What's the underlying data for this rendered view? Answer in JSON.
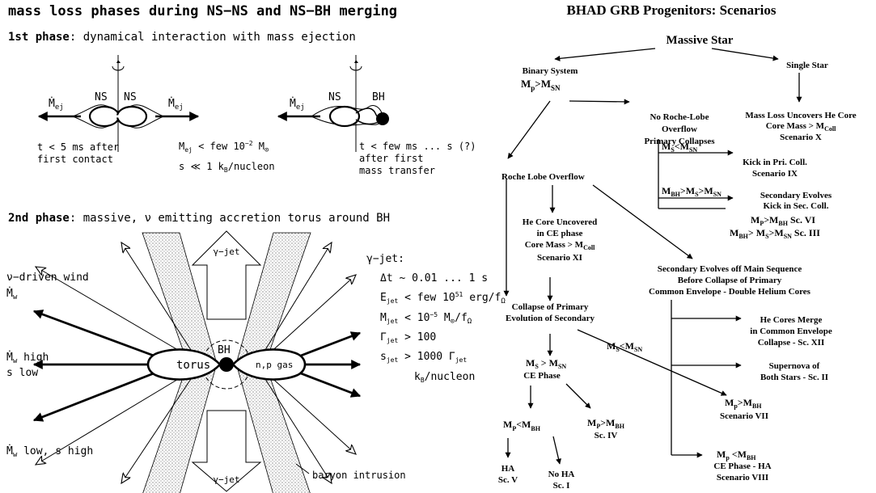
{
  "left": {
    "title": "mass loss phases during NS−NS and NS−BH merging",
    "phase1": {
      "heading_bold": "1st phase",
      "heading_rest": ":  dynamical interaction with mass ejection",
      "ns_label": "NS",
      "bh_label": "BH",
      "mej_sym": "Ṁ",
      "mej_sub": "ej",
      "t1_line1": "t < 5 ms after",
      "t1_line2": "first contact",
      "mej_bound_a": "M",
      "mej_bound_b": "ej",
      "mej_bound_c": " < few  10",
      "mej_bound_exp": "−2",
      "mej_bound_d": " M",
      "mej_bound_sun": "⊙",
      "entropy_a": "s ≪ 1 k",
      "entropy_sub": "B",
      "entropy_b": "/nucleon",
      "t2_line1": "t < few ms ... s (?)",
      "t2_line2": "after first",
      "t2_line3": "mass transfer"
    },
    "phase2": {
      "heading_bold": "2nd phase",
      "heading_rest": ":  massive, ν emitting accretion torus around BH",
      "gamma_jet": "γ−jet",
      "nu_wind_line1": "ν−driven wind",
      "mw_sym": "Ṁ",
      "mw_sub": "w",
      "mw_high": " high",
      "s_low": "s low",
      "mw_low": " low,  s high",
      "torus": "torus",
      "bh": "BH",
      "np_gas": "n,p gas",
      "baryon": "baryon intrusion",
      "jet_title": "γ−jet:",
      "dt": "Δt  ~ 0.01 ... 1 s",
      "ejet_a": "E",
      "ejet_sub": "jet",
      "ejet_b": " < few 10",
      "ejet_exp": "51",
      "ejet_c": " erg/f",
      "ejet_omega": "Ω",
      "mjet_a": "M",
      "mjet_sub": "jet",
      "mjet_b": " < 10",
      "mjet_exp": "−5",
      "mjet_c": " M",
      "mjet_sun": "⊙",
      "mjet_d": "/f",
      "mjet_omega": "Ω",
      "gam_a": "Γ",
      "gam_sub": "jet",
      "gam_b": " > 100",
      "sjet_a": "s",
      "sjet_sub": "jet",
      "sjet_b": " > 1000 Γ",
      "sjet_sub2": "jet",
      "kb_a": "k",
      "kb_sub": "B",
      "kb_b": "/nucleon"
    }
  },
  "right": {
    "title": "BHAD GRB Progenitors:  Scenarios",
    "massive_star": "Massive Star",
    "binary_system": "Binary System",
    "single_star": "Single Star",
    "mp_gt_msn": [
      "M",
      "p",
      ">M",
      "SN"
    ],
    "no_roche": [
      "No Roche-Lobe",
      "Overflow",
      "Primary Collapses"
    ],
    "mass_loss": [
      "Mass Loss Uncovers He Core",
      "Core Mass > M",
      "Coll",
      "Scenario X"
    ],
    "roche_lobe": "Roche Lobe Overflow",
    "ms_lt_msn": [
      "M",
      "S",
      "<M",
      "SN"
    ],
    "kick_pri": [
      "Kick in Pri. Coll.",
      "Scenario IX"
    ],
    "mbh_ms_msn": [
      "M",
      "BH",
      ">M",
      "S",
      ">M",
      "SN"
    ],
    "sec_evolves": [
      "Secondary Evolves",
      "Kick in Sec. Coll."
    ],
    "sc6": [
      "M",
      "P",
      ">M",
      "BH",
      "  Sc. VI"
    ],
    "sc3": [
      "M",
      "BH",
      "> M",
      "S",
      ">M",
      "SN",
      "  Sc. III"
    ],
    "he_core": [
      "He Core Uncovered",
      "in CE phase",
      "Core Mass > M",
      "Coll",
      "Scenario XI"
    ],
    "sec_off_main": [
      "Secondary Evolves off Main Sequence",
      "Before Collapse of Primary",
      "Common Envelope - Double Helium Cores"
    ],
    "collapse_primary": [
      "Collapse of Primary",
      "Evolution of Secondary"
    ],
    "he_merge": [
      "He Cores Merge",
      "in Common Envelope",
      "Collapse - Sc. XII"
    ],
    "ms_gt_msn": [
      "M",
      "S",
      " > M",
      "SN"
    ],
    "ce_phase": "CE Phase",
    "ms_lt_msn2": [
      "M",
      "S",
      "<M",
      "SN"
    ],
    "supernova": [
      "Supernova of",
      "Both Stars - Sc. II"
    ],
    "mp_lt_mbh": [
      "M",
      "P",
      "<M",
      "BH"
    ],
    "mp_gt_mbh_sc4": [
      "M",
      "P",
      ">M",
      "BH",
      "Sc. IV"
    ],
    "sc7": [
      "M",
      "p",
      ">M",
      "BH",
      "Scenario VII"
    ],
    "ha": [
      "HA",
      "Sc. V"
    ],
    "no_ha": [
      "No HA",
      "Sc. I"
    ],
    "sc8": [
      "M",
      "p",
      " <M",
      "BH",
      "CE Phase - HA",
      "Scenario VIII"
    ]
  }
}
